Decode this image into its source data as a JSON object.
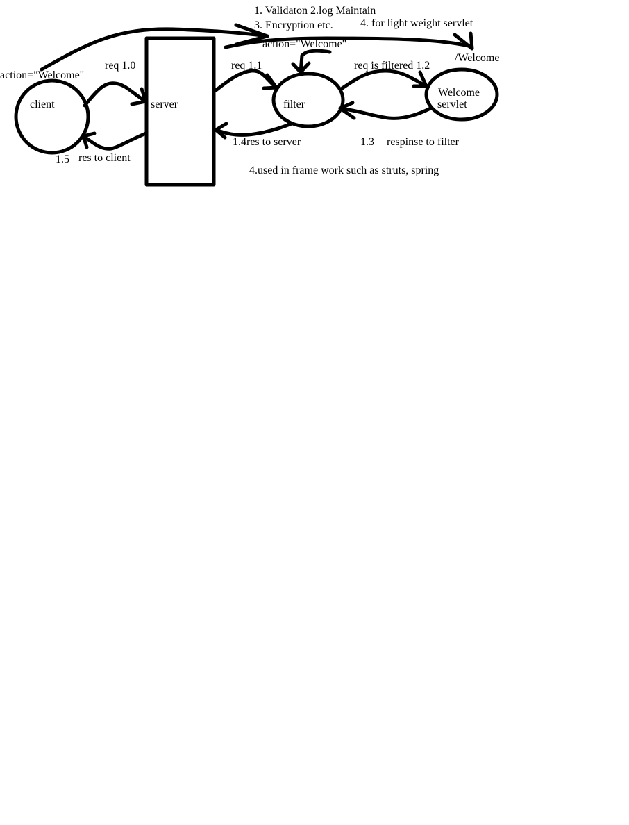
{
  "colors": {
    "background": "#ffffff",
    "ink": "#000000"
  },
  "notes": {
    "line1": "1. Validaton  2.log Maintain",
    "line2": "3. Encryption   etc.",
    "line3": "4. for light weight servlet",
    "framework": "4.used in frame work such as struts, spring"
  },
  "nodes": {
    "client": "client",
    "server": "server",
    "filter": "filter",
    "servlet_line1": "Welcome",
    "servlet_line2": "servlet"
  },
  "labels": {
    "client_action": "action=\"Welcome\"",
    "filter_action": "action=\"Welcome\"",
    "welcome_path": "/Welcome",
    "req_1_0": "req 1.0",
    "req_1_1": "req 1.1",
    "req_1_2": "req is filtered 1.2",
    "res_1_3_num": "1.3",
    "res_1_3_text": "respinse to filter",
    "res_1_4": "1.4res to  server",
    "res_1_5_num": "1.5",
    "res_1_5_text": "res to client"
  }
}
